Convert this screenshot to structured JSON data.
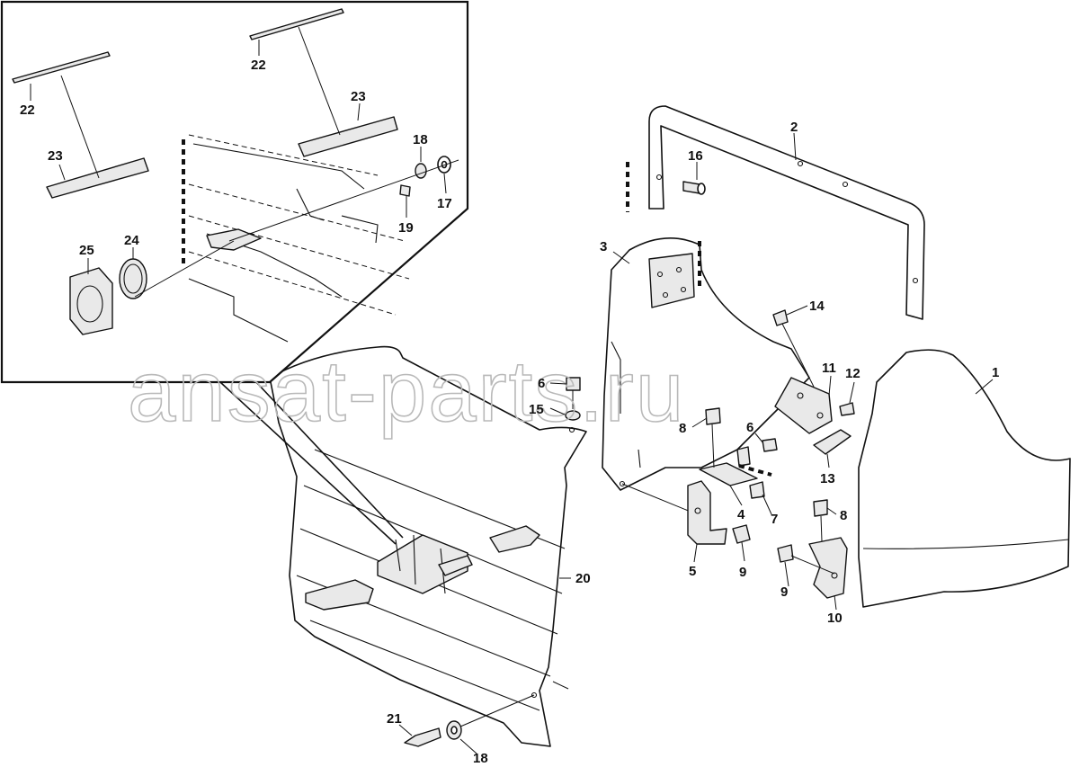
{
  "watermark": "ansat-parts.ru",
  "callouts": {
    "inset": {
      "c22a": "22",
      "c22b": "22",
      "c23a": "23",
      "c23b": "23",
      "c18": "18",
      "c17": "17",
      "c19": "19",
      "c24": "24",
      "c25": "25"
    },
    "main": {
      "c2": "2",
      "c16": "16",
      "c3": "3",
      "c14": "14",
      "c1": "1",
      "c11": "11",
      "c12": "12",
      "c13": "13",
      "c6a": "6",
      "c15": "15",
      "c8a": "8",
      "c6b": "6",
      "c4": "4",
      "c7": "7",
      "c5": "5",
      "c9a": "9",
      "c8b": "8",
      "c9b": "9",
      "c10": "10",
      "c20": "20",
      "c21": "21",
      "c18": "18"
    }
  }
}
